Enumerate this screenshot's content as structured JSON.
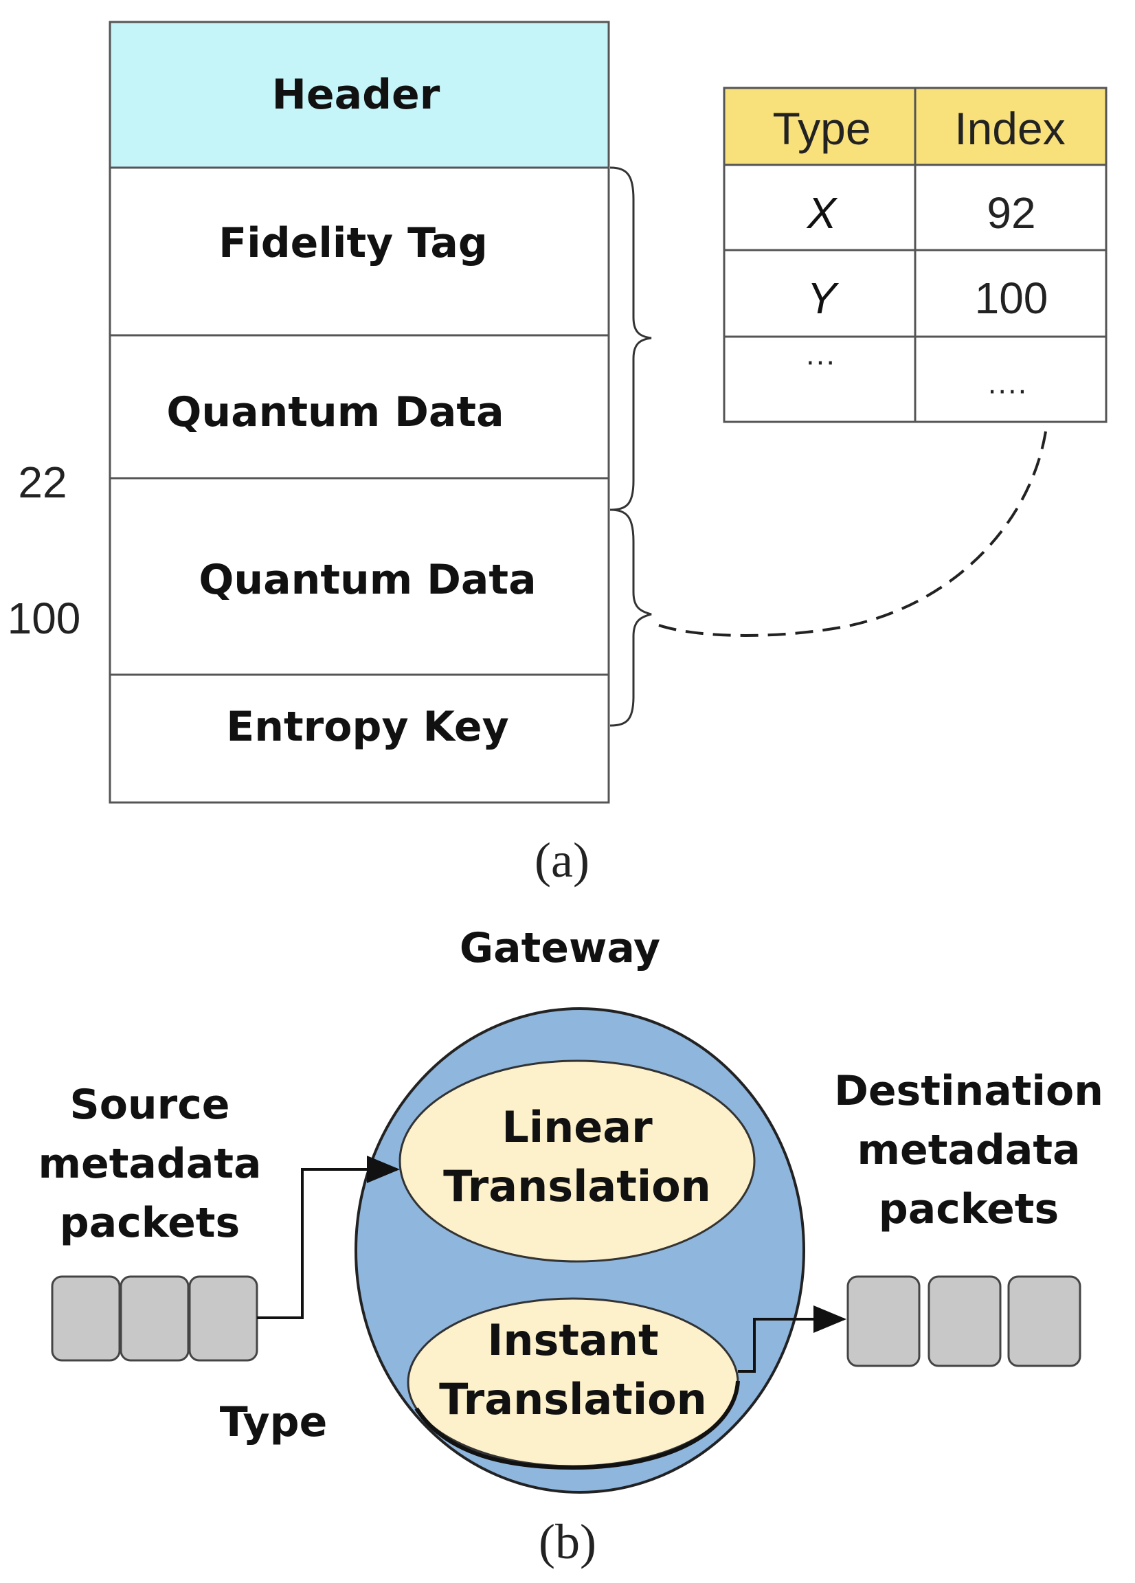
{
  "panel_a": {
    "fields": [
      {
        "label": "Header",
        "fill": "#c5f4f9"
      },
      {
        "label": "Fidelity Tag",
        "fill": "#ffffff"
      },
      {
        "label": "Quantum Data",
        "fill": "#ffffff"
      },
      {
        "label": "Quantum Data",
        "fill": "#ffffff"
      },
      {
        "label": "Entropy Key",
        "fill": "#ffffff"
      }
    ],
    "side_values": [
      "22",
      "100"
    ],
    "table": {
      "header_fill": "#f8e07a",
      "columns": [
        "Type",
        "Index"
      ],
      "rows": [
        [
          "X",
          "92"
        ],
        [
          "Y",
          "100"
        ],
        [
          "···",
          "····"
        ]
      ]
    },
    "caption": "(a)"
  },
  "panel_b": {
    "gateway_label": "Gateway",
    "gateway_fill": "#8fb6dd",
    "module_fill": "#fdf1cc",
    "packet_fill": "#c8c8c8",
    "source_label": [
      "Source",
      "metadata",
      "packets"
    ],
    "destination_label": [
      "Destination",
      "metadata",
      "packets"
    ],
    "linear_module": [
      "Linear",
      "Translation"
    ],
    "instant_module": [
      "Instant",
      "Translation"
    ],
    "type_label": "Type",
    "caption": "(b)"
  }
}
